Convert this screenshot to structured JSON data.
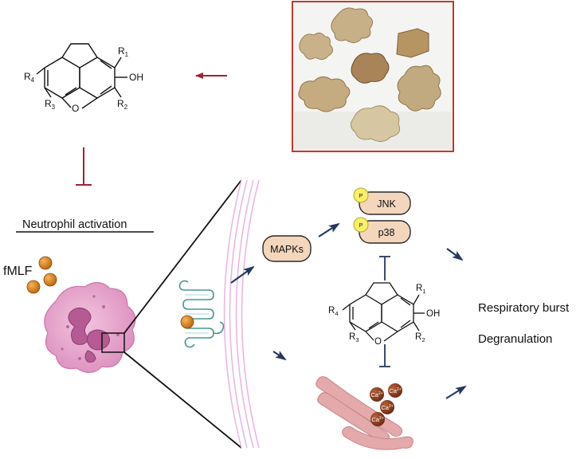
{
  "structure_top": {
    "r1": "R",
    "r1_sub": "1",
    "r2": "R",
    "r2_sub": "2",
    "r3": "R",
    "r3_sub": "3",
    "r4": "R",
    "r4_sub": "4",
    "oh": "OH",
    "o": "O"
  },
  "structure_mid": {
    "r1": "R",
    "r1_sub": "1",
    "r2": "R",
    "r2_sub": "2",
    "r3": "R",
    "r3_sub": "3",
    "r4": "R",
    "r4_sub": "4",
    "oh": "OH",
    "o": "O"
  },
  "neutrophil_title": "Neutrophil activation",
  "fmlf_label": "fMLF",
  "mapks_label": "MAPKs",
  "jnk_label": "JNK",
  "p38_label": "p38",
  "phospho_label": "P",
  "calcium": {
    "ion": "Ca",
    "charge": "2+"
  },
  "outcomes": [
    "Respiratory burst",
    "Degranulation"
  ],
  "colors": {
    "arrow_red": "#9b2335",
    "arrow_blue": "#24385f",
    "photo_border": "#c0392b",
    "kinase_fill": "#f3d6bc",
    "phospho_fill": "#f7ef6a",
    "calcium_fill": "#8b3a1a",
    "fmlf_fill": "#e08a1c",
    "cell_fill": "#e9a9cc",
    "nucleus_fill": "#b55a93",
    "er_fill": "#e3a9ab",
    "receptor": "#5aa7a7",
    "membrane": "#e9b3e0"
  }
}
